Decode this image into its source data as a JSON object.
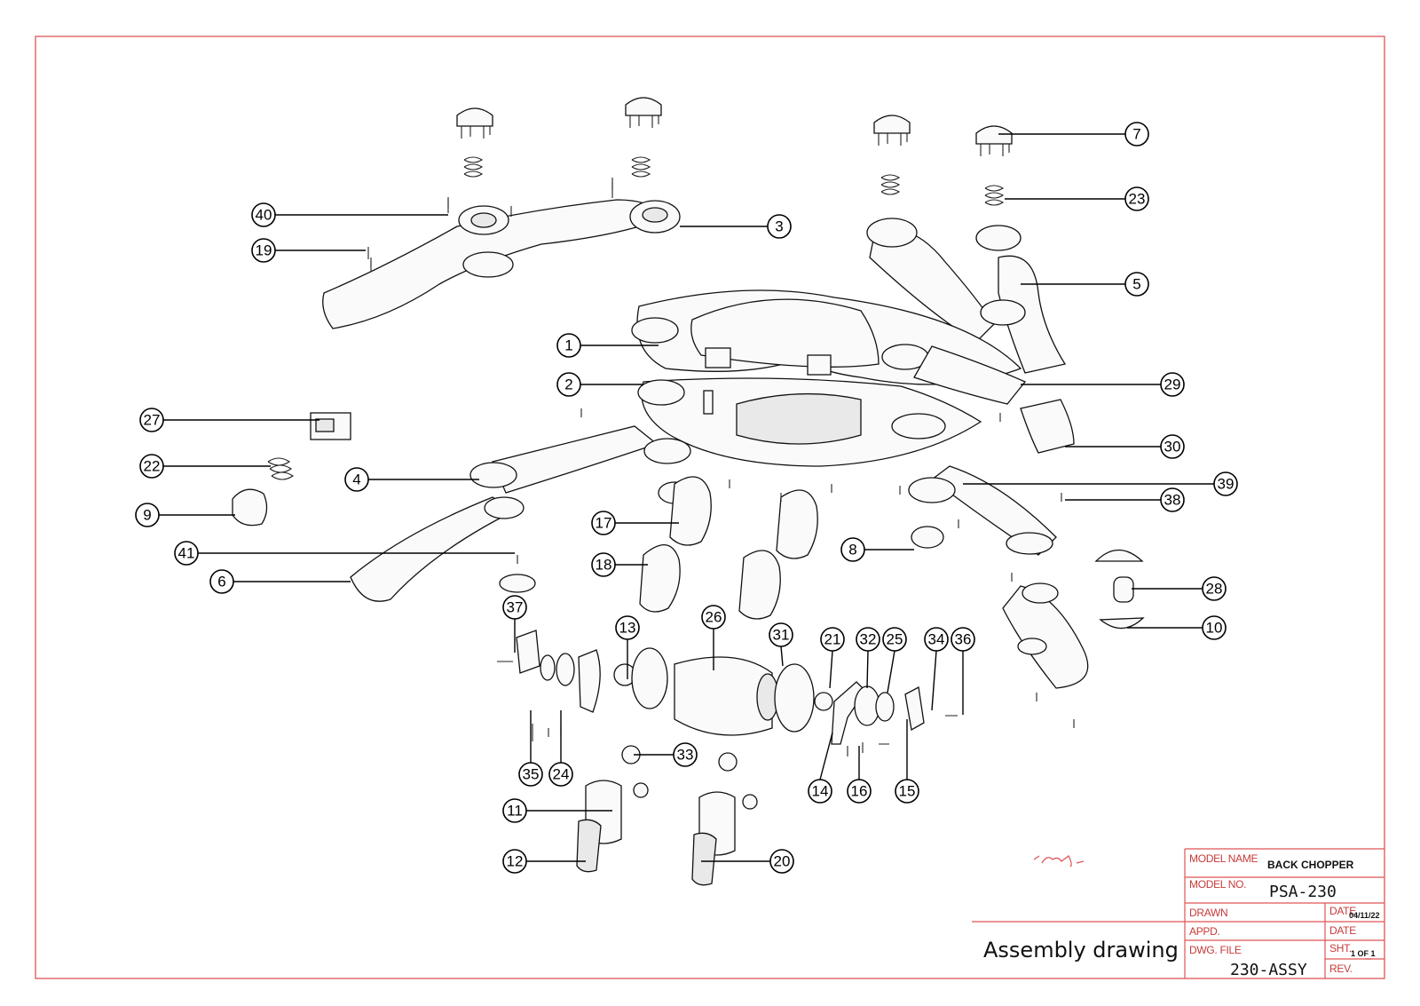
{
  "drawing": {
    "caption": "Assembly drawing",
    "callouts": [
      "1",
      "2",
      "3",
      "4",
      "5",
      "6",
      "7",
      "8",
      "9",
      "10",
      "11",
      "12",
      "13",
      "14",
      "15",
      "16",
      "17",
      "18",
      "19",
      "20",
      "21",
      "22",
      "23",
      "24",
      "25",
      "26",
      "27",
      "28",
      "29",
      "30",
      "31",
      "32",
      "33",
      "34",
      "35",
      "36",
      "37",
      "38",
      "39",
      "40",
      "41"
    ]
  },
  "title_block": {
    "model_name_label": "MODEL NAME",
    "model_name_value": "BACK CHOPPER",
    "model_no_label": "MODEL NO.",
    "model_no_value": "PSA-230",
    "drawn_label": "DRAWN",
    "appd_label": "APPD.",
    "dwg_file_label": "DWG. FILE",
    "dwg_file_value": "230-ASSY",
    "date_label_1": "DATE",
    "date_value": "04/11/22",
    "date_label_2": "DATE",
    "sht_label": "SHT.",
    "sht_value": "1 OF 1",
    "rev_label": "REV."
  },
  "colors": {
    "frame": "#e05555",
    "ink": "#111111"
  }
}
